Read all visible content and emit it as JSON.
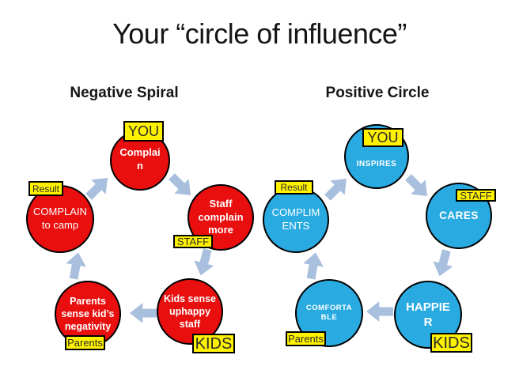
{
  "title": "Your “circle of influence”",
  "colors": {
    "negative_node": "#E90F0F",
    "positive_node": "#29ABE2",
    "label_bg": "#FFF200",
    "arrow": "#A9BFDE",
    "node_text": "#FFFFFF",
    "background": "#FFFFFF"
  },
  "diagrams": {
    "negative": {
      "heading": "Negative Spiral",
      "nodes": [
        "Complai\nn",
        "Staff\ncomplain\nmore",
        "COMPLAIN\nto camp",
        "Parents\nsense kid’s\nnegativity",
        "Kids sense\nuphappy\nstaff"
      ],
      "labels": {
        "you": "YOU",
        "result": "Result",
        "staff": "STAFF",
        "parents": "Parents",
        "kids": "KIDS"
      }
    },
    "positive": {
      "heading": "Positive Circle",
      "nodes": [
        "INSPIRES",
        "CARES",
        "COMPLIM\nENTS",
        "COMFORTA\nBLE",
        "HAPPIE\nR"
      ],
      "labels": {
        "you": "YOU",
        "result": "Result",
        "staff": "STAFF",
        "parents": "Parents",
        "kids": "KIDS"
      }
    }
  }
}
